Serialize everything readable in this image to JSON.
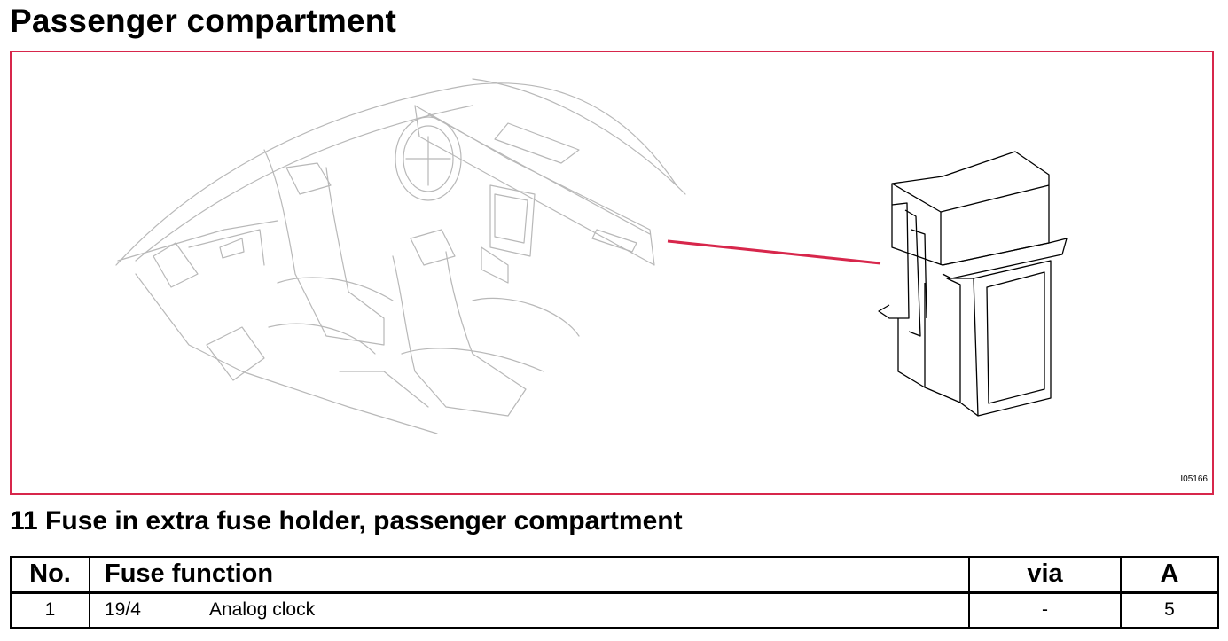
{
  "page": {
    "title": "Passenger compartment"
  },
  "figure": {
    "code": "I05166",
    "pointer_color": "#d7264b",
    "frame_color": "#d7264b"
  },
  "section": {
    "title": "11 Fuse in extra fuse holder, passenger compartment"
  },
  "table": {
    "headers": {
      "no": "No.",
      "function": "Fuse function",
      "via": "via",
      "amps": "A"
    },
    "rows": [
      {
        "no": "1",
        "ref": "19/4",
        "function": "Analog clock",
        "via": "-",
        "amps": "5"
      }
    ]
  }
}
